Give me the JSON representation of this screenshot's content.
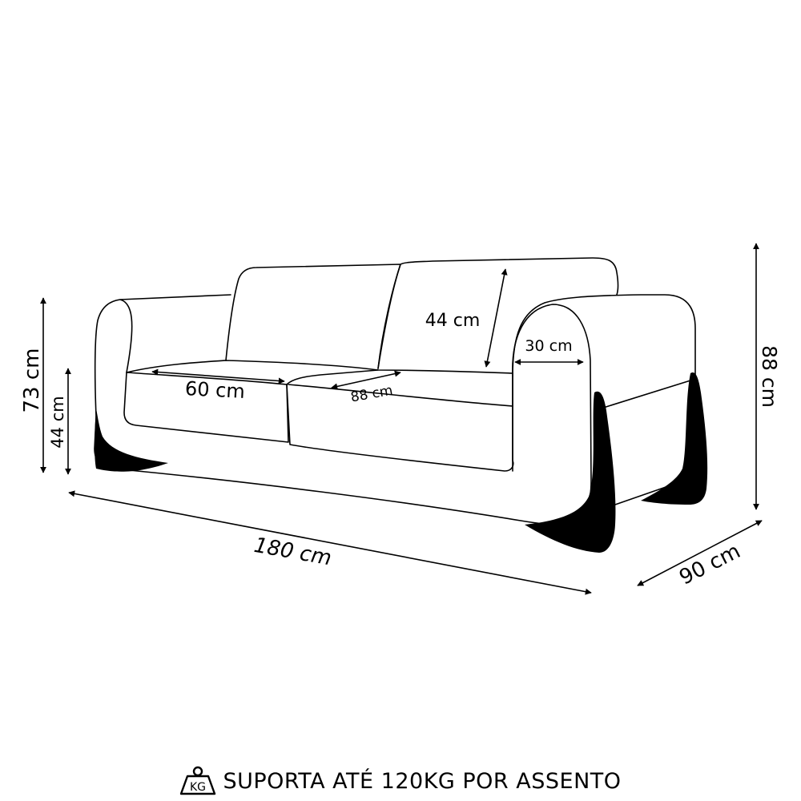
{
  "diagram": {
    "subject": "Sofá de 2 lugares - desenho técnico com dimensões",
    "colors": {
      "line": "#000000",
      "background": "#ffffff",
      "legs": "#000000"
    },
    "dimensions": {
      "total_height": "73 cm",
      "seat_height": "44 cm",
      "seat_width": "60 cm",
      "seat_depth": "88 cm",
      "backrest_height": "44 cm",
      "armrest_width": "30 cm",
      "total_height_with_back": "88 cm",
      "total_width": "180 cm",
      "total_depth": "90 cm"
    }
  },
  "footer": {
    "icon": "kg-weight-icon",
    "icon_label": "KG",
    "text": "SUPORTA ATÉ 120KG POR ASSENTO"
  }
}
